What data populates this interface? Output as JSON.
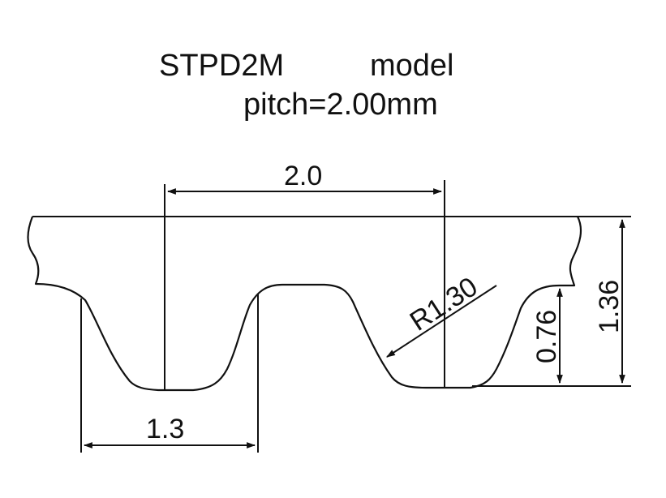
{
  "title": {
    "model_code": "STPD2M",
    "model_word": "model",
    "pitch": "pitch=2.00mm"
  },
  "dimensions": {
    "pitch": "2.0",
    "tooth_width": "1.3",
    "radius": "R1.30",
    "tooth_height": "0.76",
    "belt_thickness": "1.36"
  },
  "colors": {
    "line": "#111111",
    "background": "#ffffff"
  }
}
